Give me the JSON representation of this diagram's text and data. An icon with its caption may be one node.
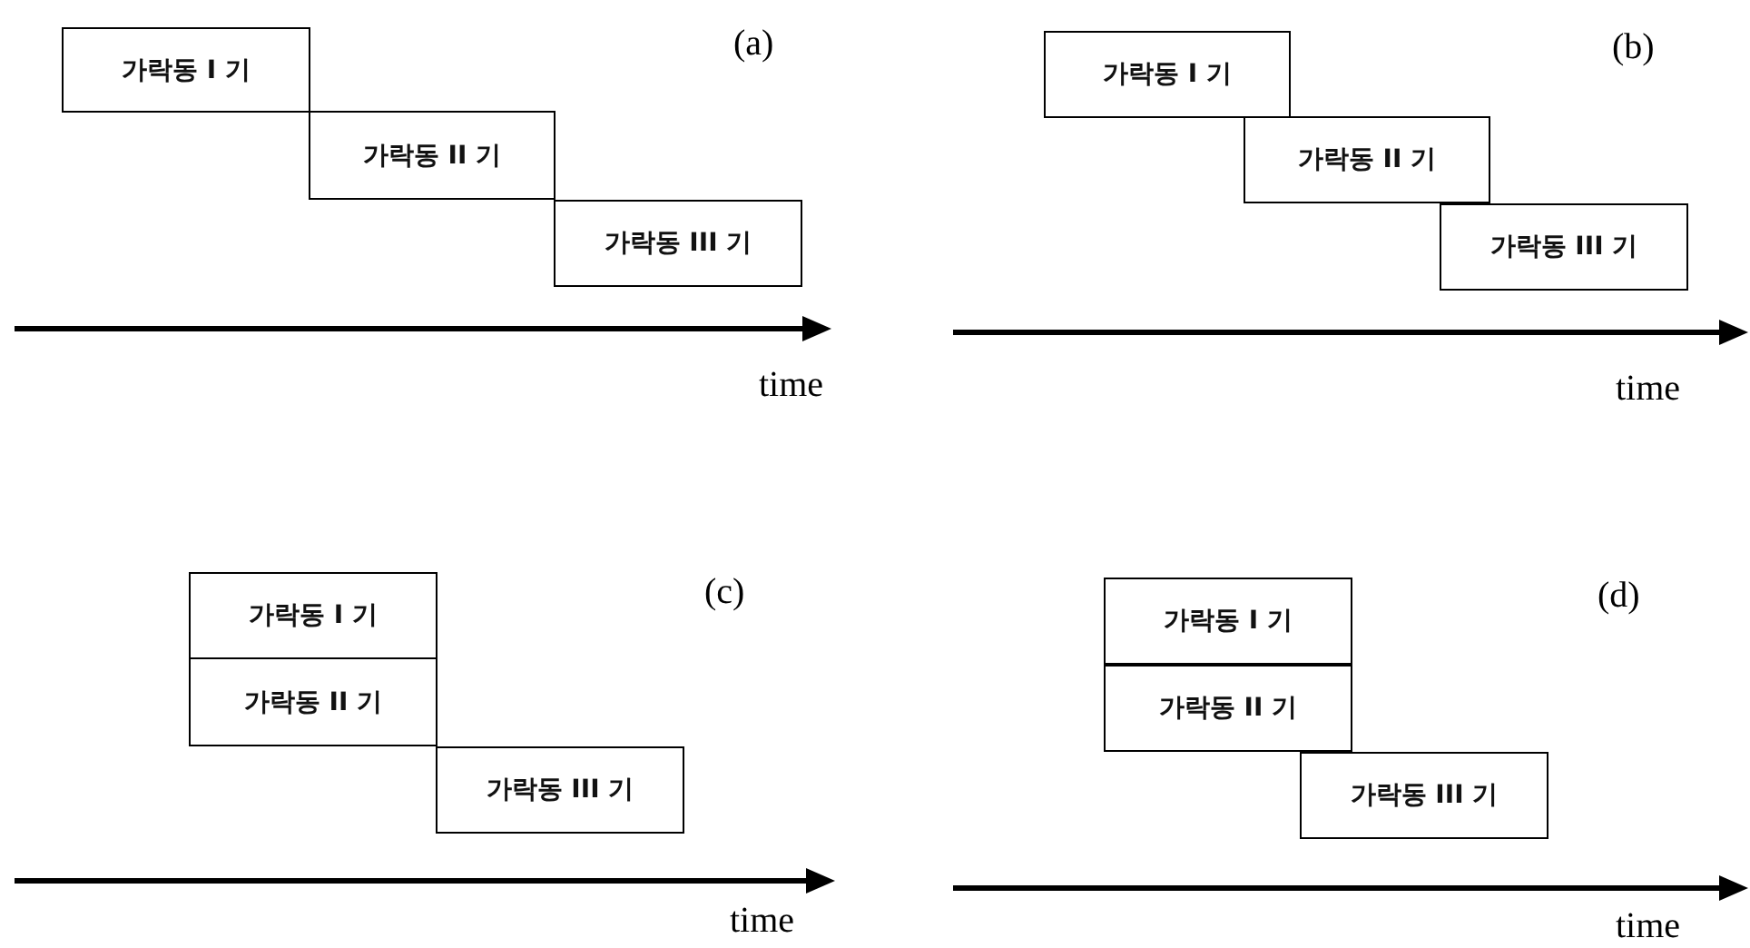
{
  "diagram": {
    "nodes": [
      {
        "text": [
          "가락동 I 기"
        ]
      },
      {
        "text": [
          "가락동 II 기"
        ]
      },
      {
        "text": [
          "가락동 III 기"
        ]
      },
      {
        "text": [
          "가락동 I 기"
        ]
      },
      {
        "text": [
          "가락동 II 기"
        ]
      },
      {
        "text": [
          "가락동 III 기"
        ]
      },
      {
        "text": [
          "가락동 I 기"
        ]
      },
      {
        "text": [
          "가락동 II 기"
        ]
      },
      {
        "text": [
          "가락동 III 기"
        ]
      },
      {
        "text": [
          "가락동 I 기"
        ]
      },
      {
        "text": [
          "가락동 II 기"
        ]
      },
      {
        "text": [
          "가락동 III 기"
        ]
      }
    ],
    "labels": [
      "(a)",
      "(b)",
      "time",
      "time",
      "(c)",
      "(d)",
      "time",
      "time"
    ]
  }
}
